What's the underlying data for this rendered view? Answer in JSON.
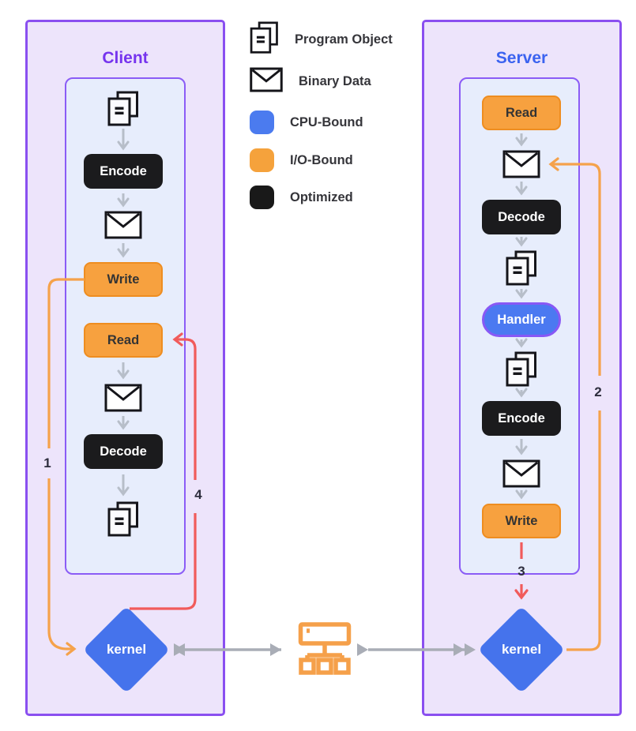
{
  "client": {
    "title": "Client",
    "nodes": {
      "encode": "Encode",
      "write": "Write",
      "read": "Read",
      "decode": "Decode"
    },
    "kernel_label": "kernel",
    "step_labels": {
      "s1": "1",
      "s4": "4"
    },
    "sequence": [
      "program-object",
      "Encode",
      "binary-data",
      "Write",
      "Read",
      "binary-data",
      "Decode",
      "program-object",
      "kernel"
    ]
  },
  "server": {
    "title": "Server",
    "nodes": {
      "read": "Read",
      "decode": "Decode",
      "handler": "Handler",
      "encode": "Encode",
      "write": "Write"
    },
    "kernel_label": "kernel",
    "step_labels": {
      "s2": "2",
      "s3": "3"
    },
    "sequence": [
      "Read",
      "binary-data",
      "Decode",
      "program-object",
      "Handler",
      "program-object",
      "Encode",
      "binary-data",
      "Write",
      "kernel"
    ]
  },
  "legend": {
    "items": [
      {
        "icon": "program-object-icon",
        "label": "Program Object"
      },
      {
        "icon": "binary-data-icon",
        "label": "Binary Data"
      },
      {
        "icon": "cpu-bound-swatch",
        "label": "CPU-Bound",
        "color": "#4b7bef"
      },
      {
        "icon": "io-bound-swatch",
        "label": "I/O-Bound",
        "color": "#f5a23c"
      },
      {
        "icon": "optimized-swatch",
        "label": "Optimized",
        "color": "#191919"
      }
    ]
  },
  "colors": {
    "panel_bg": "#ede4fb",
    "panel_border": "#8a4ff0",
    "inner_bg": "#e7edfc",
    "inner_border": "#8b5cf6",
    "client_title": "#7634ee",
    "server_title": "#3b63f0",
    "kernel_fill": "#4573ec",
    "handler_fill": "#4b79f1",
    "handler_border": "#8858f5",
    "black_node": "#1b1b1d",
    "orange_node_fill": "#f7a13f",
    "orange_node_border": "#ee8d20",
    "orange_line": "#f5a24b",
    "red_line": "#f15b5b",
    "gray_flow_arrow": "#b7bec9",
    "gray_connector": "#a9adb6",
    "network_icon": "#f5a04a"
  }
}
